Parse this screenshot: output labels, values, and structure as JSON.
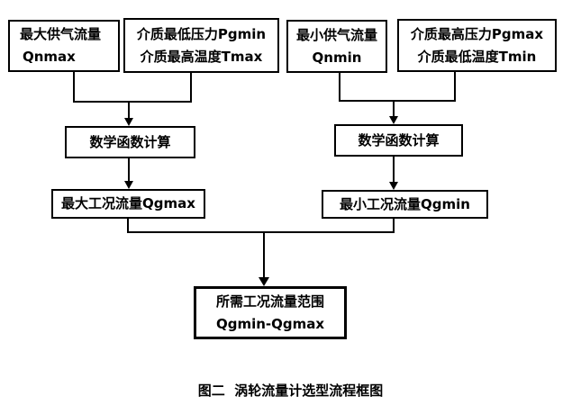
{
  "diagram": {
    "nodes": {
      "max_supply_flow": {
        "line1": "最大供气流量",
        "line2": "Qnmax"
      },
      "medium_min_pressure_max_temp": {
        "line1": "介质最低压力Pgmin",
        "line2": "介质最高温度Tmax"
      },
      "min_supply_flow": {
        "line1": "最小供气流量",
        "line2": "Qnmin"
      },
      "medium_max_pressure_min_temp": {
        "line1": "介质最高压力Pgmax",
        "line2": "介质最低温度Tmin"
      },
      "math_calc_left": {
        "label": "数学函数计算"
      },
      "math_calc_right": {
        "label": "数学函数计算"
      },
      "max_working_flow": {
        "label": "最大工况流量Qgmax"
      },
      "min_working_flow": {
        "label": "最小工况流量Qgmin"
      },
      "required_flow_range": {
        "line1": "所需工况流量范围",
        "line2": "Qgmin-Qgmax"
      }
    },
    "caption": "图二  涡轮流量计选型流程框图",
    "colors": {
      "stroke": "#000000",
      "text": "#000000",
      "background": "#ffffff"
    }
  }
}
